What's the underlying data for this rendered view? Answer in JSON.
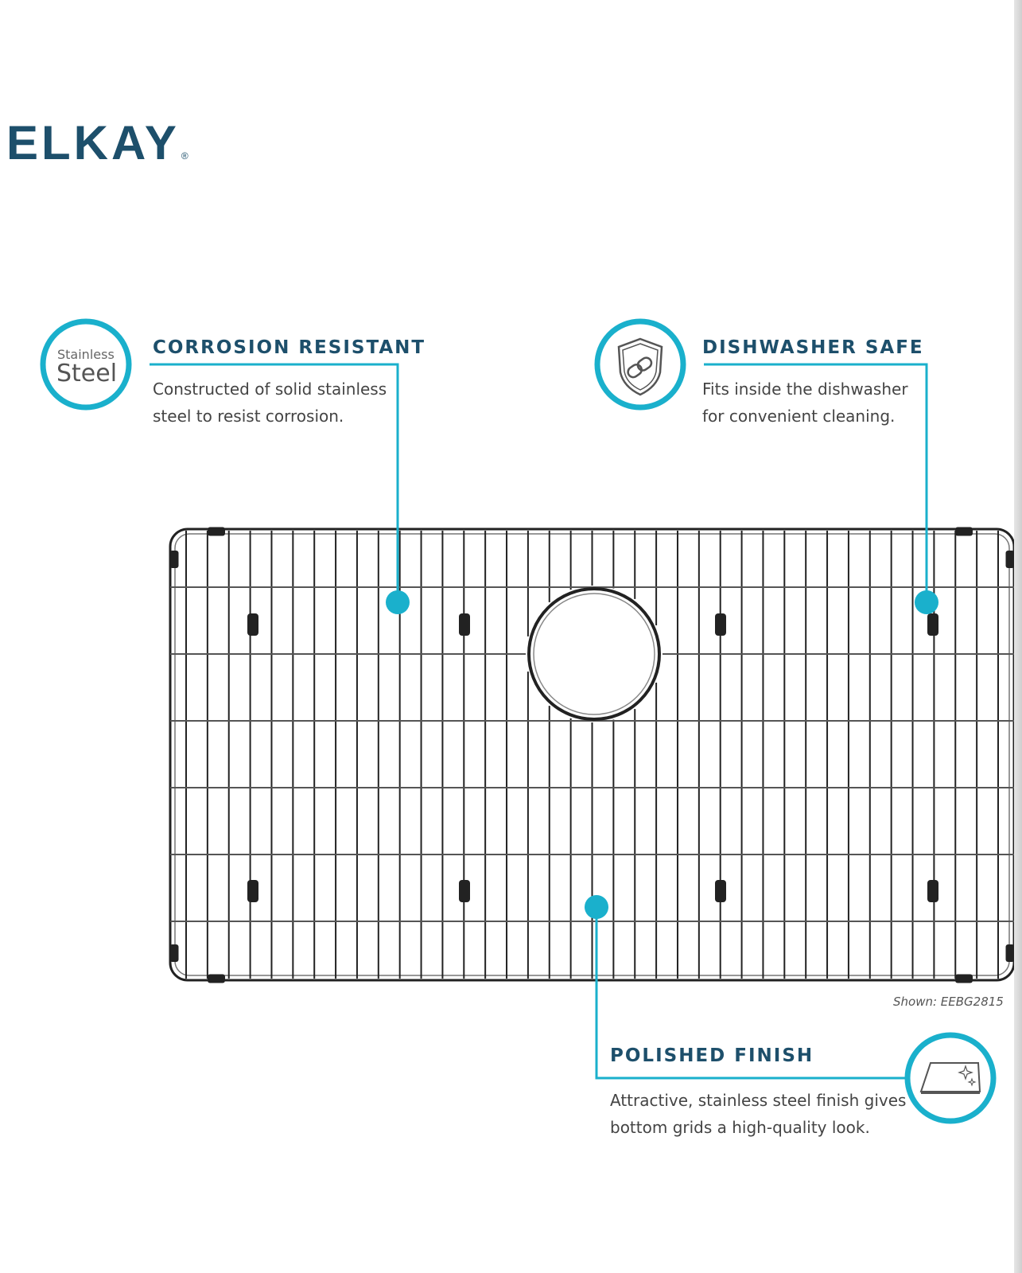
{
  "brand": {
    "logo": "ELKAY",
    "registered": "®"
  },
  "features": [
    {
      "badge_small": "Stainless",
      "badge_big": "Steel",
      "title": "CORROSION RESISTANT",
      "line1": "Constructed of solid stainless",
      "line2": "steel to resist corrosion."
    },
    {
      "icon": "dishwasher-shield-icon",
      "title": "DISHWASHER SAFE",
      "line1": "Fits inside the dishwasher",
      "line2": "for convenient cleaning."
    },
    {
      "icon": "polished-surface-icon",
      "title": "POLISHED FINISH",
      "line1": "Attractive, stainless steel finish gives",
      "line2": "bottom grids a high-quality look."
    }
  ],
  "caption": "Shown: EEBG2815",
  "colors": {
    "accent": "#1ab0cc",
    "heading": "#1d4f6b",
    "wire": "#222222"
  }
}
